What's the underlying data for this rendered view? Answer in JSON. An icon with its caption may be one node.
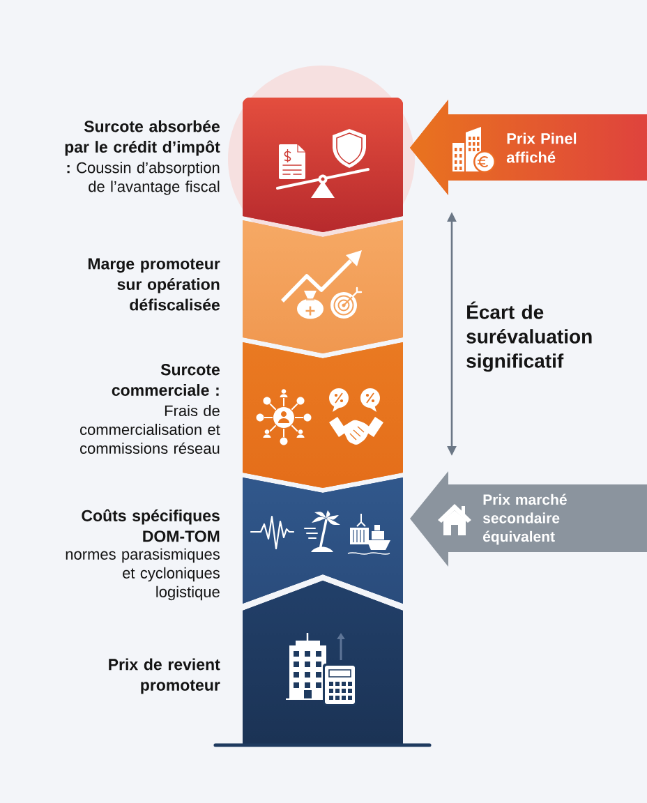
{
  "diagram": {
    "nodes": [
      {
        "text": [],
        "shape": "box",
        "beside": [
          "Surcote absorbée par le crédit d’impôt",
          "**:** Coussin d’absorption de l’avantage fiscal"
        ]
      },
      {
        "text": [],
        "shape": "box",
        "beside": [
          "Marge promoteur sur opération défiscalisée"
        ]
      },
      {
        "text": [],
        "shape": "box",
        "beside": [
          "Surcote commerciale :",
          "Frais de commercialisation et commissions réseau"
        ]
      },
      {
        "text": [],
        "shape": "box",
        "beside": [
          "Coûts spécifiques DOM-TOM",
          "normes parasismiques et cycloniques logistique"
        ]
      },
      {
        "text": [],
        "shape": "box",
        "beside": [
          "Prix de revient promoteur"
        ]
      },
      {
        "text": [
          "Prix Pinel affiché"
        ]
      },
      {
        "text": [
          "Prix marché secondaire équivalent"
        ]
      }
    ],
    "labels": [
      "Écart de surévaluation significatif"
    ]
  }
}
